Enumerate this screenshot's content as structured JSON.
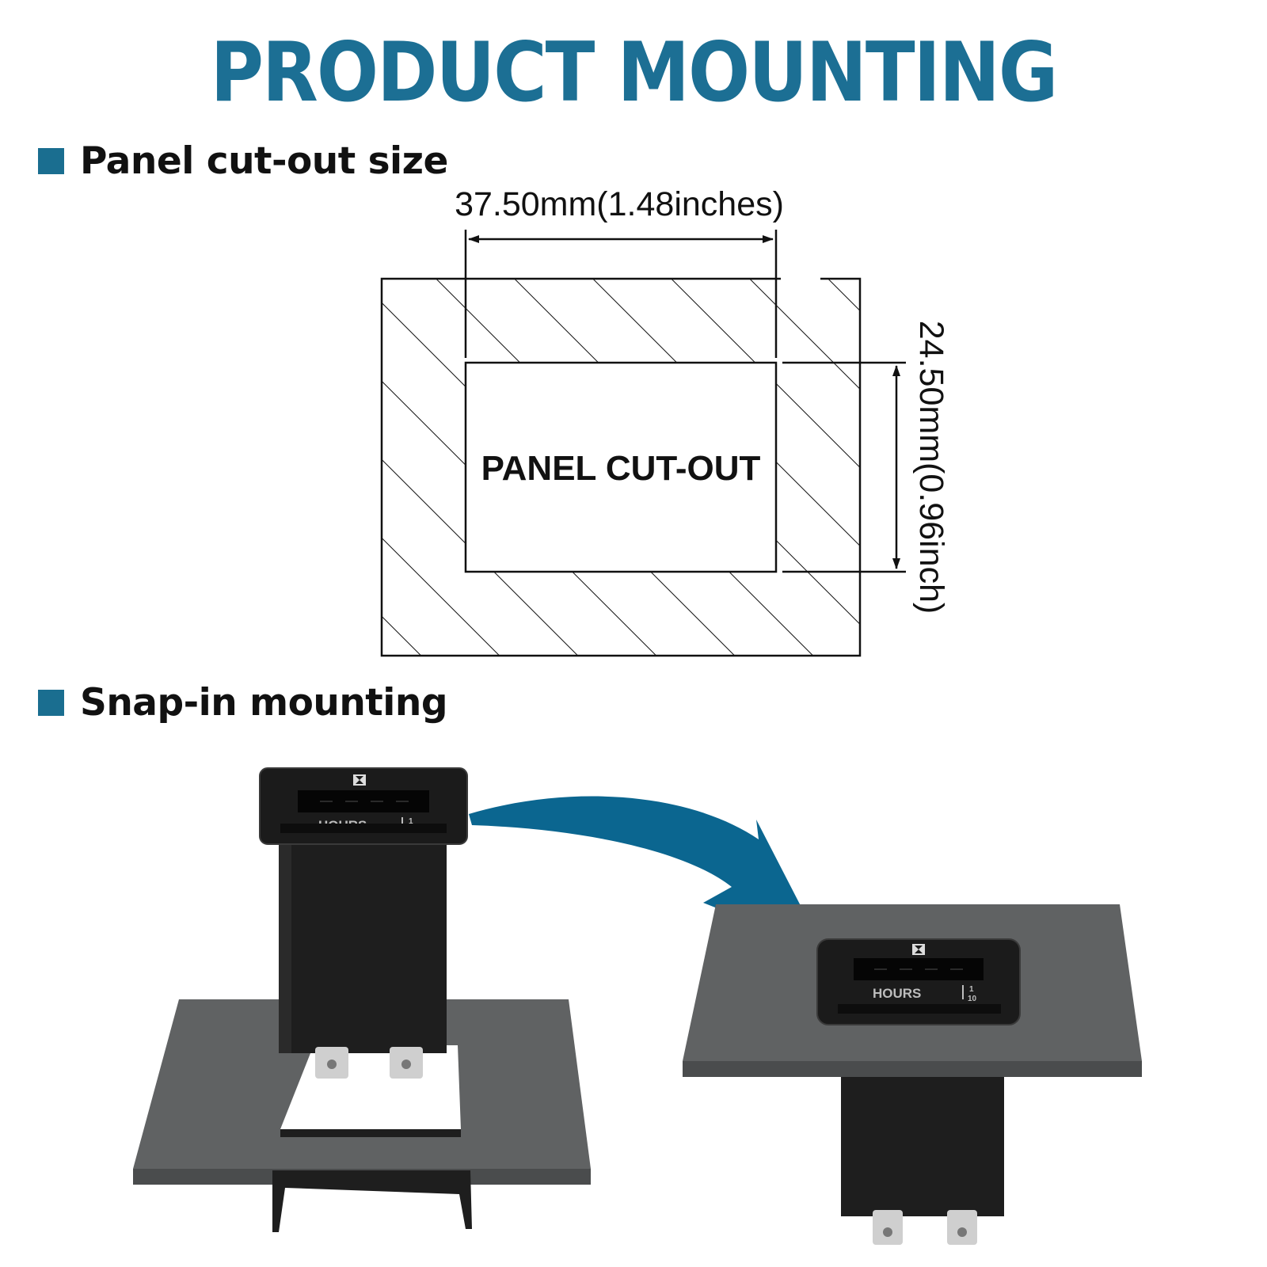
{
  "title": "PRODUCT MOUNTING",
  "colors": {
    "accent": "#1a6e90",
    "title": "#1c6f94",
    "panel": "#606263",
    "panel_edge": "#4a4c4d",
    "meter_body": "#1e1e1e",
    "line": "#111111"
  },
  "sections": {
    "cutout": {
      "heading": "Panel cut-out size"
    },
    "snap": {
      "heading": "Snap-in mounting"
    }
  },
  "diagram": {
    "width_label": "37.50mm(1.48inches)",
    "height_label": "24.50mm(0.96inch)",
    "cutout_label": "PANEL CUT-OUT"
  },
  "meter": {
    "label": "HOURS",
    "fraction_num": "1",
    "fraction_den": "10"
  }
}
